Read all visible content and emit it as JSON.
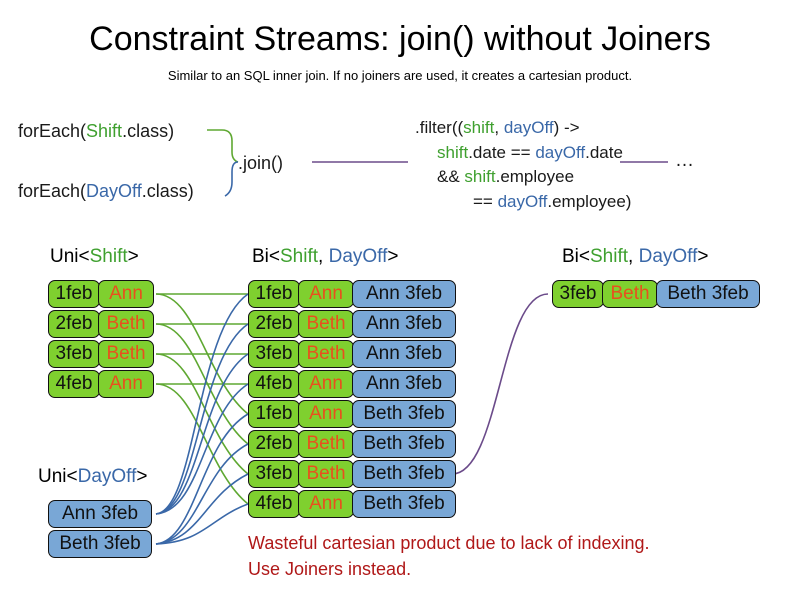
{
  "title": "Constraint Streams: join() without Joiners",
  "subtitle": "Similar to an SQL inner join. If no joiners are used, it creates a cartesian product.",
  "code": {
    "foreach_shift_pre": "forEach(",
    "foreach_shift_type": "Shift",
    "foreach_shift_post": ".class)",
    "foreach_dayoff_pre": "forEach(",
    "foreach_dayoff_type": "DayOff",
    "foreach_dayoff_post": ".class)",
    "join_label": ".join()",
    "ellipsis": "…",
    "filter": {
      "line1_pre": ".filter((",
      "line1_shift": "shift",
      "line1_comma": ", ",
      "line1_dayoff": "dayOff",
      "line1_post": ") ->",
      "line2_shift": "shift",
      "line2_mid": ".date == ",
      "line2_dayoff": "dayOff",
      "line2_post": ".date",
      "line3_pre": "&& ",
      "line3_shift": "shift",
      "line3_post": ".employee",
      "line4_pre": "== ",
      "line4_dayoff": "dayOff",
      "line4_post": ".employee)"
    }
  },
  "streams": {
    "uni_shift_header": {
      "pre": "Uni<",
      "type": "Shift",
      "post": ">"
    },
    "uni_dayoff_header": {
      "pre": "Uni<",
      "type": "DayOff",
      "post": ">"
    },
    "bi_mid_header": {
      "pre": "Bi<",
      "type_a": "Shift",
      "sep": ", ",
      "type_b": "DayOff",
      "post": ">"
    },
    "bi_right_header": {
      "pre": "Bi<",
      "type_a": "Shift",
      "sep": ", ",
      "type_b": "DayOff",
      "post": ">"
    }
  },
  "shift_cards": [
    {
      "date": "1feb",
      "employee": "Ann"
    },
    {
      "date": "2feb",
      "employee": "Beth"
    },
    {
      "date": "3feb",
      "employee": "Beth"
    },
    {
      "date": "4feb",
      "employee": "Ann"
    }
  ],
  "dayoff_cards": [
    {
      "label": "Ann 3feb"
    },
    {
      "label": "Beth 3feb"
    }
  ],
  "bi_cards": [
    {
      "date": "1feb",
      "employee": "Ann",
      "dayoff": "Ann 3feb"
    },
    {
      "date": "2feb",
      "employee": "Beth",
      "dayoff": "Ann 3feb"
    },
    {
      "date": "3feb",
      "employee": "Beth",
      "dayoff": "Ann 3feb"
    },
    {
      "date": "4feb",
      "employee": "Ann",
      "dayoff": "Ann 3feb"
    },
    {
      "date": "1feb",
      "employee": "Ann",
      "dayoff": "Beth 3feb"
    },
    {
      "date": "2feb",
      "employee": "Beth",
      "dayoff": "Beth 3feb"
    },
    {
      "date": "3feb",
      "employee": "Beth",
      "dayoff": "Beth 3feb"
    },
    {
      "date": "4feb",
      "employee": "Ann",
      "dayoff": "Beth 3feb"
    }
  ],
  "result_cards": [
    {
      "date": "3feb",
      "employee": "Beth",
      "dayoff": "Beth 3feb"
    }
  ],
  "warning": {
    "line1": "Wasteful cartesian product due to lack of indexing.",
    "line2": "Use Joiners instead."
  },
  "colors": {
    "shift_green": "#7FD02F",
    "dayoff_blue": "#79A7D6",
    "name_orange": "#E8501E",
    "type_green": "#3FA02F",
    "type_blue": "#3A68A8",
    "wire_green": "#5FA832",
    "wire_blue": "#3A68A8",
    "wire_purple": "#6B4B8A",
    "warning_red": "#B01818"
  }
}
